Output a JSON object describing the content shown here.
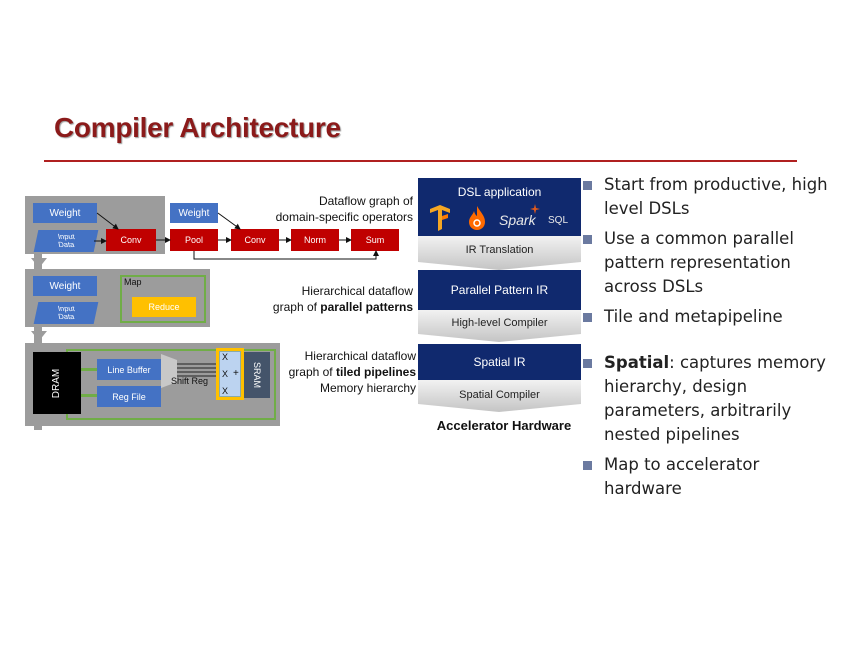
{
  "title": "Compiler Architecture",
  "diagram": {
    "row1": {
      "weight_a": "Weight",
      "input_a": [
        "Input",
        "Data"
      ],
      "conv_a": "Conv",
      "weight_b": "Weight",
      "pool": "Pool",
      "conv_b": "Conv",
      "norm": "Norm",
      "sum": "Sum"
    },
    "row2": {
      "weight": "Weight",
      "input": [
        "Input",
        "Data"
      ],
      "map": "Map",
      "reduce": "Reduce"
    },
    "row3": {
      "dram": "DRAM",
      "line_buffer": "Line Buffer",
      "reg_file": "Reg File",
      "shift_reg": "Shift Reg",
      "ops": [
        "X",
        "X",
        "X"
      ],
      "plus": "+",
      "sram": "SRAM"
    },
    "labels": {
      "l1": [
        "Dataflow graph of",
        "domain-specific operators"
      ],
      "l2_line1": "Hierarchical dataflow",
      "l2_pre": "graph of ",
      "l2_bold": "parallel patterns",
      "l3_line1": "Hierarchical dataflow",
      "l3_pre": "graph of ",
      "l3_bold": "tiled pipelines",
      "l3_line3": "Memory hierarchy"
    },
    "stack": {
      "dsl": "DSL application",
      "ir_translation": "IR Translation",
      "ppir": "Parallel Pattern IR",
      "hl_compiler": "High-level  Compiler",
      "spatial_ir": "Spatial IR",
      "spatial_compiler": "Spatial Compiler",
      "hardware": "Accelerator Hardware",
      "logos": {
        "spark": "Spark",
        "sql": "SQL"
      }
    }
  },
  "bullets": [
    {
      "text": "Start from productive, high level DSLs"
    },
    {
      "text": "Use a common parallel pattern representation across DSLs"
    },
    {
      "text": "Tile and metapipeline"
    },
    {
      "bold": "Spatial",
      "text": ": captures memory hierarchy, design parameters, arbitrarily nested pipelines"
    },
    {
      "text": "Map to accelerator hardware"
    }
  ],
  "colors": {
    "title": "#8b1a1a",
    "red_node": "#c00000",
    "blue_node": "#4472c4",
    "navy": "#10296e",
    "reduce": "#ffc000"
  }
}
